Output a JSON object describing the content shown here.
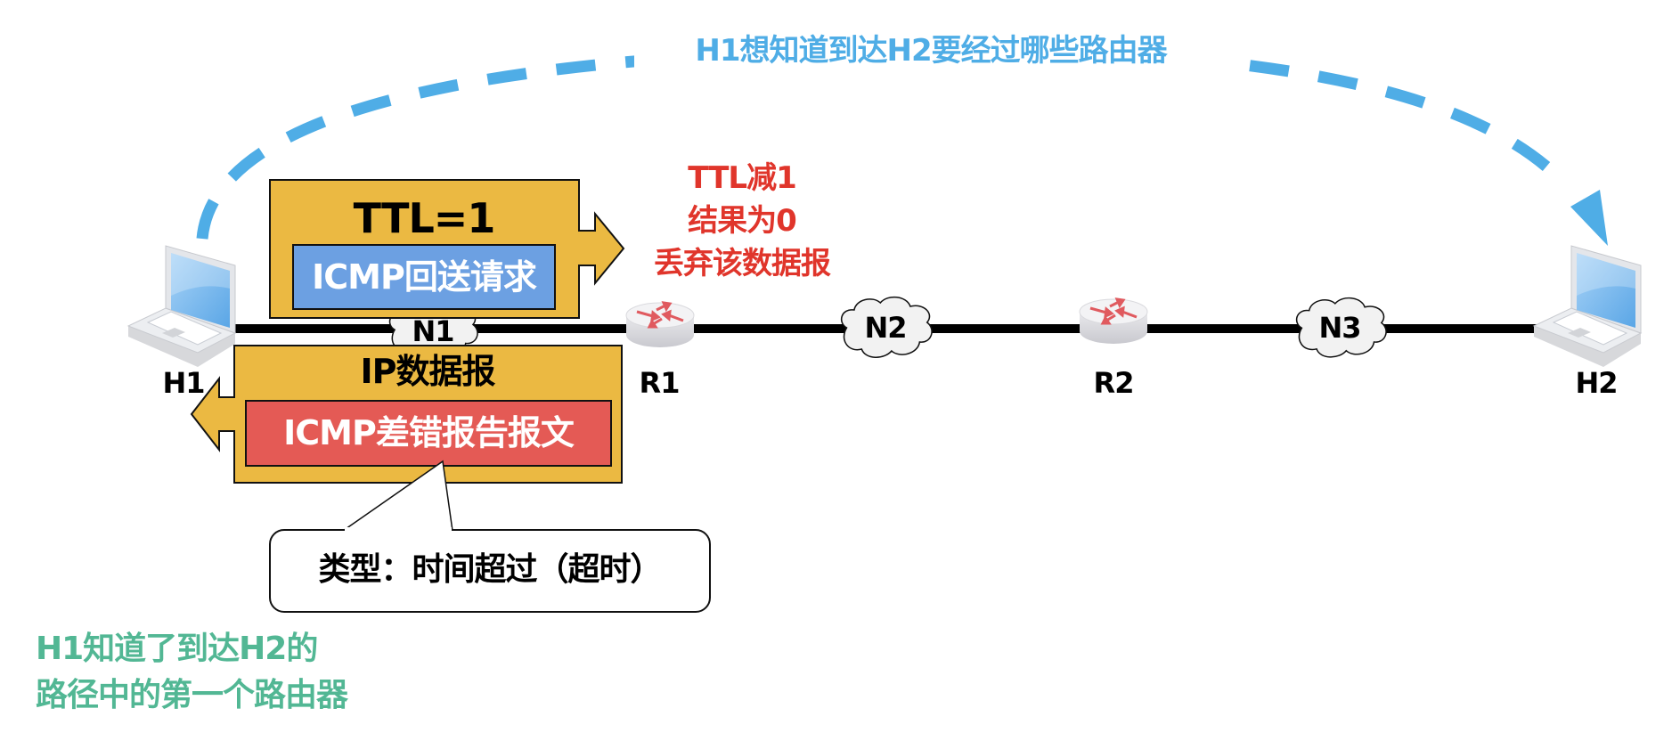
{
  "title": "H1想知道到达H2要经过哪些路由器",
  "colors": {
    "accent_blue": "#4fade6",
    "packet_yellow": "#ebb942",
    "echo_blue": "#6ca0e2",
    "error_red": "#e45a55",
    "note_red": "#e0352b",
    "note_green": "#52b794",
    "cloud_fill": "#f2f2f2",
    "link_black": "#000000"
  },
  "nodes": {
    "h1": {
      "label": "H1",
      "type": "laptop-icon"
    },
    "r1": {
      "label": "R1",
      "type": "router-icon"
    },
    "r2": {
      "label": "R2",
      "type": "router-icon"
    },
    "h2": {
      "label": "H2",
      "type": "laptop-icon"
    }
  },
  "networks": {
    "n1": {
      "label": "N1"
    },
    "n2": {
      "label": "N2"
    },
    "n3": {
      "label": "N3"
    }
  },
  "outgoing_packet": {
    "header": "TTL=1",
    "payload": "ICMP回送请求",
    "direction": "right"
  },
  "router_note": {
    "lines": [
      "TTL减1",
      "结果为0",
      "丢弃该数据报"
    ]
  },
  "return_packet": {
    "header": "IP数据报",
    "payload": "ICMP差错报告报文",
    "direction": "left"
  },
  "callout": {
    "text": "类型：时间超过（超时）"
  },
  "conclusion": {
    "lines": [
      "H1知道了到达H2的",
      "路径中的第一个路由器"
    ]
  }
}
